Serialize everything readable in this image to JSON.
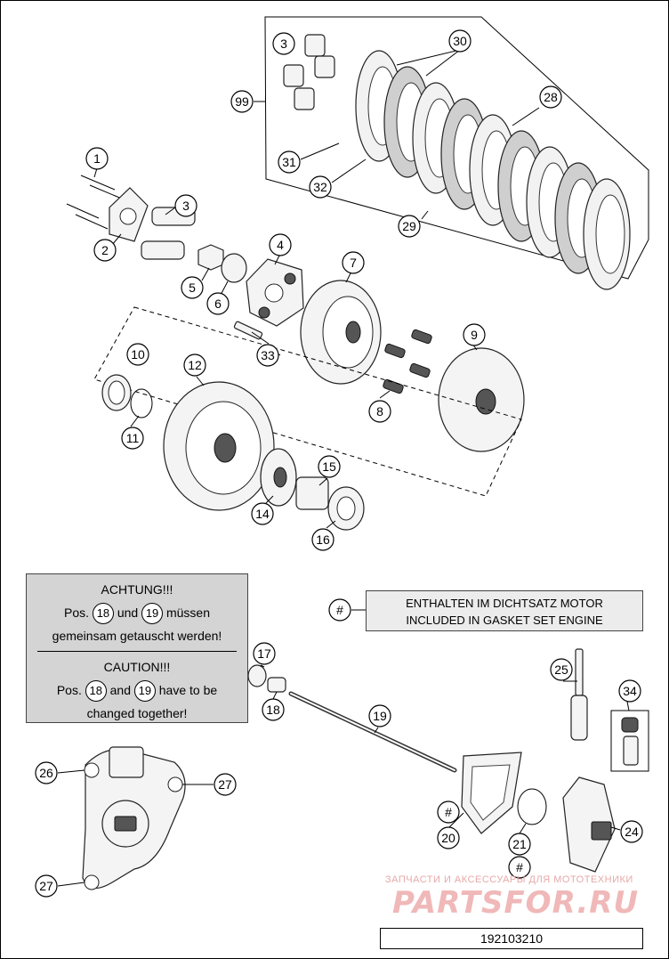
{
  "callouts": [
    {
      "id": "c1",
      "label": "1"
    },
    {
      "id": "c2",
      "label": "2"
    },
    {
      "id": "c3a",
      "label": "3"
    },
    {
      "id": "c3b",
      "label": "3"
    },
    {
      "id": "c4",
      "label": "4"
    },
    {
      "id": "c5",
      "label": "5"
    },
    {
      "id": "c6",
      "label": "6"
    },
    {
      "id": "c7",
      "label": "7"
    },
    {
      "id": "c8",
      "label": "8"
    },
    {
      "id": "c9",
      "label": "9"
    },
    {
      "id": "c10",
      "label": "10"
    },
    {
      "id": "c11",
      "label": "11"
    },
    {
      "id": "c12",
      "label": "12"
    },
    {
      "id": "c14",
      "label": "14"
    },
    {
      "id": "c15",
      "label": "15"
    },
    {
      "id": "c16",
      "label": "16"
    },
    {
      "id": "c17",
      "label": "17"
    },
    {
      "id": "c18",
      "label": "18"
    },
    {
      "id": "c19",
      "label": "19"
    },
    {
      "id": "c20",
      "label": "20"
    },
    {
      "id": "c21",
      "label": "21"
    },
    {
      "id": "c24",
      "label": "24"
    },
    {
      "id": "c25",
      "label": "25"
    },
    {
      "id": "c26",
      "label": "26"
    },
    {
      "id": "c27a",
      "label": "27"
    },
    {
      "id": "c27b",
      "label": "27"
    },
    {
      "id": "c28",
      "label": "28"
    },
    {
      "id": "c29",
      "label": "29"
    },
    {
      "id": "c30",
      "label": "30"
    },
    {
      "id": "c31",
      "label": "31"
    },
    {
      "id": "c32",
      "label": "32"
    },
    {
      "id": "c33",
      "label": "33"
    },
    {
      "id": "c34",
      "label": "34"
    },
    {
      "id": "c99",
      "label": "99"
    },
    {
      "id": "h1",
      "label": "#"
    },
    {
      "id": "h2",
      "label": "#"
    },
    {
      "id": "h3",
      "label": "#"
    }
  ],
  "note": {
    "de_heading": "ACHTUNG!!!",
    "de_prefix": "Pos.",
    "de_ref1": "18",
    "de_mid": "und",
    "de_ref2": "19",
    "de_suffix": "müssen",
    "de_line2": "gemeinsam getauscht werden!",
    "en_heading": "CAUTION!!!",
    "en_prefix": "Pos.",
    "en_ref1": "18",
    "en_mid": "and",
    "en_ref2": "19",
    "en_suffix": "have to be",
    "en_line2": "changed together!"
  },
  "gasket_set": {
    "de": "ENTHALTEN IM DICHTSATZ MOTOR",
    "en": "INCLUDED IN GASKET SET ENGINE"
  },
  "diagram_code": "192103210",
  "watermark": {
    "tagline": "ЗАПЧАСТИ И АКСЕССУАРЫ ДЛЯ МОТОТЕХНИКИ",
    "logo": "PARTSFOR.RU"
  },
  "colors": {
    "note_bg": "#d4d4d4",
    "watermark": "#f0b8b8"
  }
}
